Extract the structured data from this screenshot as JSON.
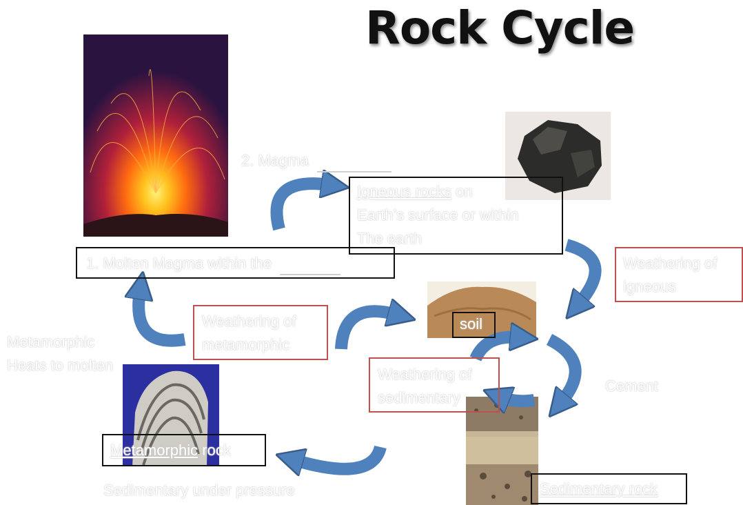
{
  "title": "Rock Cycle",
  "labels": {
    "magma_step": "2. Magma",
    "igneous_line1_underlined": "Igneous rocks",
    "igneous_line1_rest": " on",
    "igneous_line2": "Earth’s surface or within",
    "igneous_line3": "The earth",
    "molten_magma": "1. Molten Magma within the",
    "weathering_igneous_line1": "Weathering of",
    "weathering_igneous_line2": "igneous",
    "weathering_metamorphic_line1": "Weathering of",
    "weathering_metamorphic_line2": "metamorphic",
    "soil": "soil",
    "weathering_sedimentary_line1": "Weathering of",
    "weathering_sedimentary_line2": "sedimentary",
    "metamorphic_heat_line1": "Metamorphic",
    "metamorphic_heat_line2": "Heats to molten",
    "cement": "Cement",
    "metamorphic_rock_underlined": "Metamorphic",
    "metamorphic_rock_rest": " rock",
    "sedimentary_pressure": "Sedimentary under pressure",
    "sedimentary_rock": "Sedimentary rock"
  },
  "colors": {
    "arrow_fill": "#4f81bd",
    "arrow_stroke": "#385d8a",
    "box_black": "#111111",
    "box_red": "#c0504d"
  },
  "images": [
    "volcano-eruption",
    "igneous-rock-obsidian",
    "soil-pile",
    "metamorphic-gneiss",
    "sedimentary-layers"
  ]
}
